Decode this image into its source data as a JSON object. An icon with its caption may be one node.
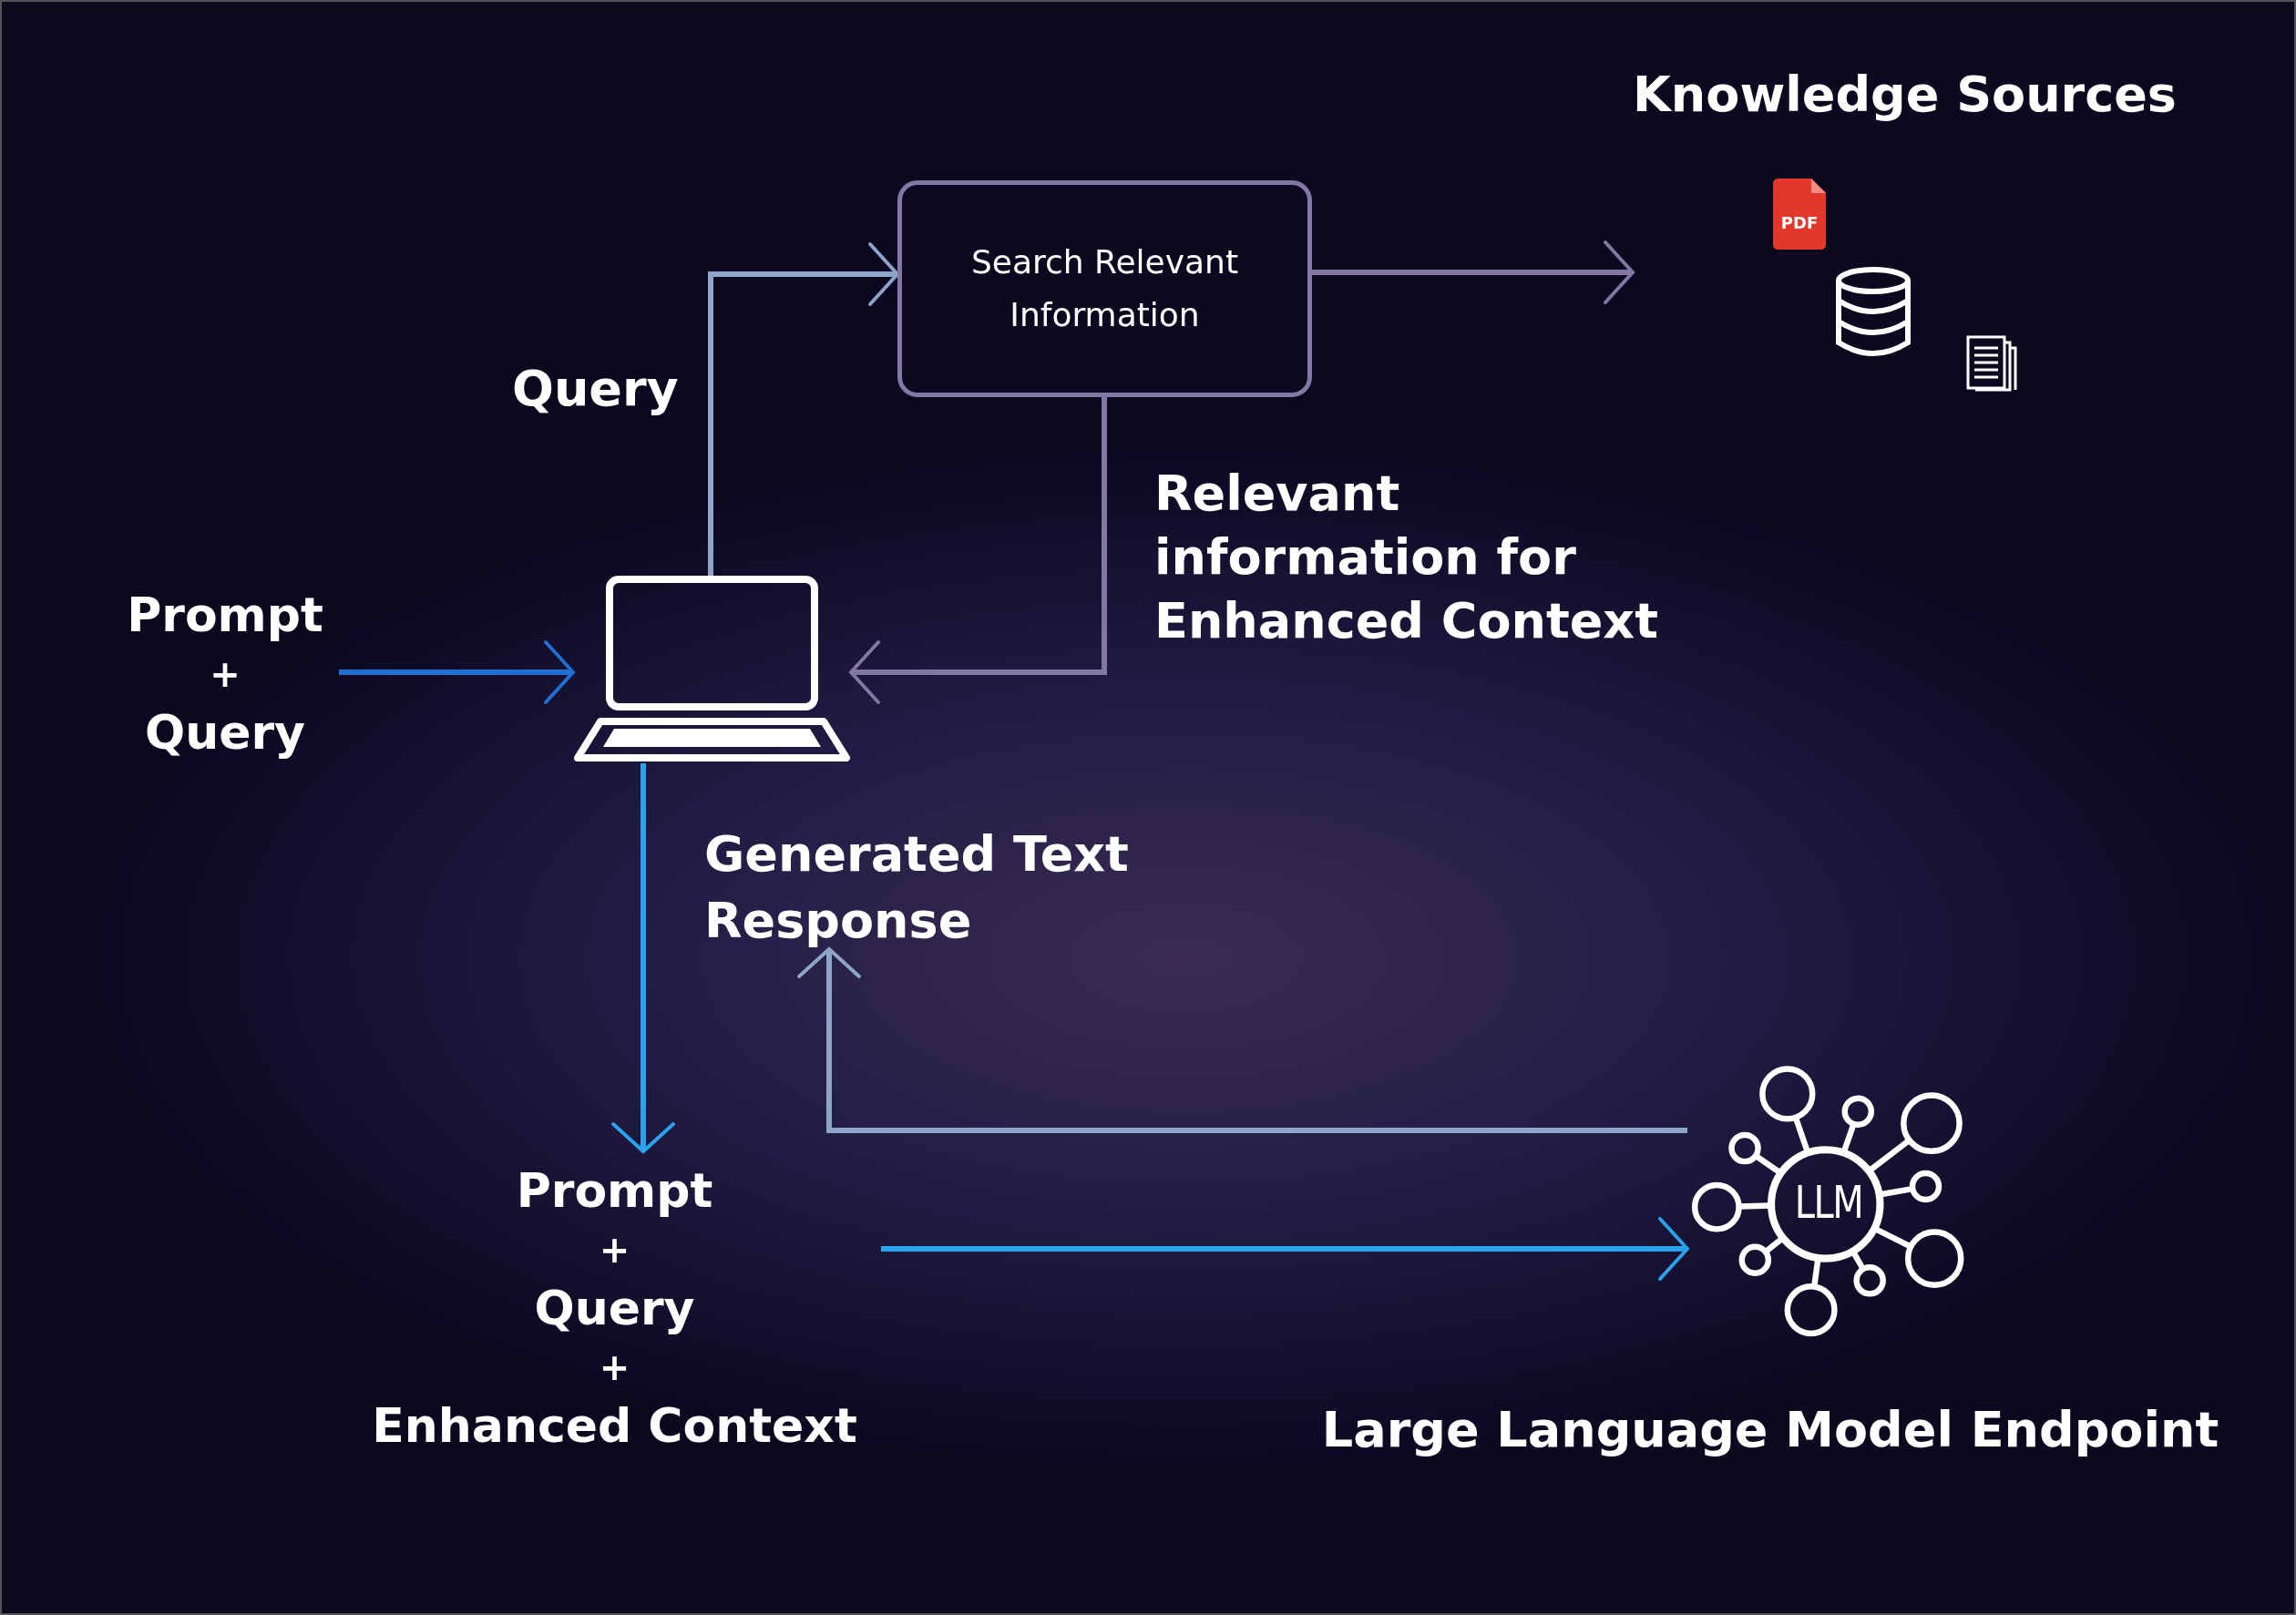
{
  "diagram": {
    "nodes": [
      {
        "text": [
          "Search Relevant Information"
        ]
      },
      {
        "text": [
          "Knowledge Sources"
        ]
      },
      {
        "text": [
          "Prompt",
          "+",
          "Query"
        ]
      },
      {
        "text": [],
        "shape": "laptop"
      },
      {
        "text": [
          "Prompt",
          "+",
          "Query",
          "+",
          "Enhanced Context"
        ]
      },
      {
        "text": [
          "Generated Text Response"
        ]
      },
      {
        "text": [
          "LLM"
        ],
        "beside": [
          "Large Language Model Endpoint"
        ]
      }
    ],
    "edges": [
      {
        "from": 2,
        "to": 3,
        "arrow": "to",
        "color": "#1f6fd6"
      },
      {
        "from": 3,
        "to": 0,
        "arrow": "to",
        "label": "Query",
        "color": "#8ea4c8"
      },
      {
        "from": 0,
        "to": 1,
        "arrow": "to",
        "color": "#8378a4"
      },
      {
        "from": 0,
        "to": 3,
        "arrow": "to",
        "label": "Relevant information for Enhanced Context",
        "color": "#8378a4"
      },
      {
        "from": 3,
        "to": 4,
        "arrow": "to",
        "color": "#2aa3ee"
      },
      {
        "from": 6,
        "to": 5,
        "arrow": "to",
        "color": "#8ea4c8"
      },
      {
        "from": 4,
        "to": 6,
        "arrow": "to",
        "color": "#2aa3ee"
      }
    ],
    "labels": [
      "PDF"
    ]
  }
}
